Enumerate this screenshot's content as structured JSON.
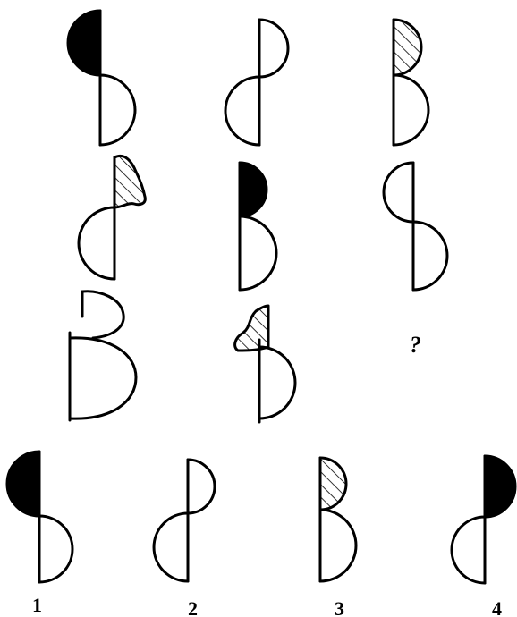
{
  "puzzle": {
    "question_mark": "?",
    "answer_labels": [
      "1",
      "2",
      "3",
      "4"
    ]
  }
}
